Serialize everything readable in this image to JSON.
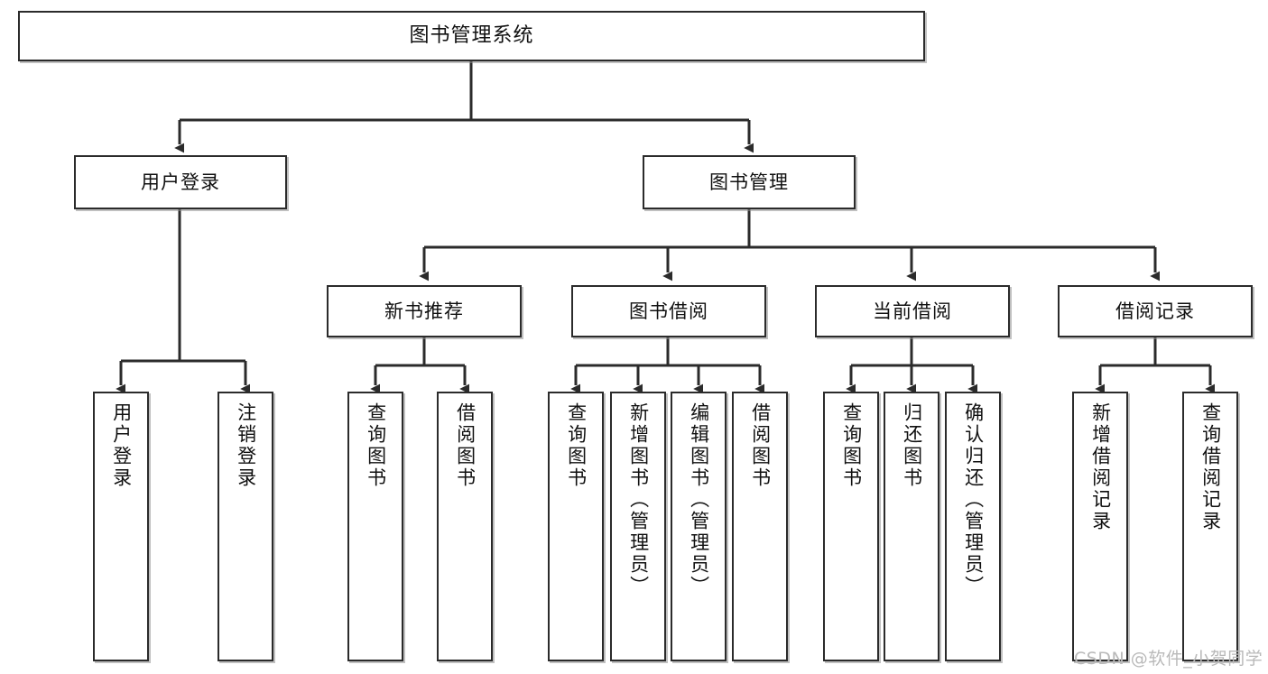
{
  "diagram": {
    "type": "tree",
    "title": "图书管理系统",
    "root": {
      "label": "图书管理系统"
    },
    "level1": [
      {
        "label": "用户登录"
      },
      {
        "label": "图书管理"
      }
    ],
    "level2": [
      {
        "label": "新书推荐"
      },
      {
        "label": "图书借阅"
      },
      {
        "label": "当前借阅"
      },
      {
        "label": "借阅记录"
      }
    ],
    "leaves": {
      "user_login": [
        {
          "label": "用户登录"
        },
        {
          "label": "注销登录"
        }
      ],
      "new_book_recommend": [
        {
          "label": "查询图书"
        },
        {
          "label": "借阅图书"
        }
      ],
      "book_borrow": [
        {
          "label": "查询图书"
        },
        {
          "label": "新增图书（管理员）"
        },
        {
          "label": "编辑图书（管理员）"
        },
        {
          "label": "借阅图书"
        }
      ],
      "current_borrow": [
        {
          "label": "查询图书"
        },
        {
          "label": "归还图书"
        },
        {
          "label": "确认归还（管理员）"
        }
      ],
      "borrow_record": [
        {
          "label": "新增借阅记录"
        },
        {
          "label": "查询借阅记录"
        }
      ]
    }
  },
  "watermark": {
    "text": "CSDN @软件_小贺同学"
  },
  "colors": {
    "background": "#ffffff",
    "border": "#2b2b2b",
    "text": "#101010",
    "connector": "#2b2b2b",
    "watermark": "#b9b9b9"
  }
}
